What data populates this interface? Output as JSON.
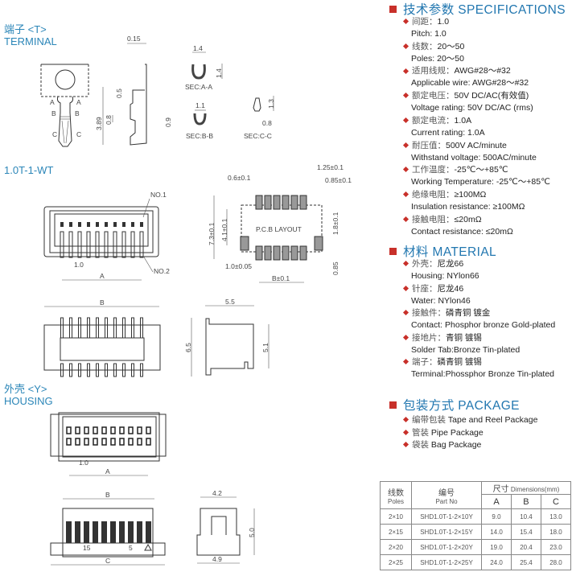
{
  "drawings": {
    "terminal": {
      "title_cn": "端子 <T>",
      "title_en": "TERMINAL",
      "labels": {
        "a": "A",
        "b": "B",
        "c": "C",
        "d_015": "0.15",
        "d_05": "0.5",
        "d_08": "0.8",
        "d_389": "3.89",
        "sec_aa_w": "1.4",
        "sec_aa_h": "1.4",
        "sec_aa": "SEC:A-A",
        "sec_bb_w": "1.1",
        "sec_bb_h": "0.9",
        "sec_bb": "SEC:B-B",
        "sec_cc_h": "1.3",
        "sec_cc_w": "0.8",
        "sec_cc": "SEC:C-C"
      }
    },
    "wafer": {
      "title": "1.0T-1-WT",
      "labels": {
        "no1": "NO.1",
        "no2": "NO.2",
        "pitch": "1.0",
        "a": "A",
        "b": "B",
        "d55": "5.5",
        "d65": "6.5",
        "d51": "5.1"
      },
      "pcb": {
        "title": "P.C.B LAYOUT",
        "d06": "0.6±0.1",
        "d125": "1.25±0.1",
        "d085a": "0.85±0.1",
        "d73": "7.3±0.1",
        "d41": "4.1±0.1",
        "d18": "1.8±0.1",
        "d085b": "0.85",
        "d10": "1.0±0.05",
        "b": "B±0.1"
      }
    },
    "housing": {
      "title_cn": "外壳 <Y>",
      "title_en": "HOUSING",
      "labels": {
        "pitch": "1.0",
        "a": "A",
        "b": "B",
        "c": "C",
        "n15": "15",
        "n5": "5",
        "d42": "4.2",
        "d50": "5.0",
        "d49": "4.9"
      }
    }
  },
  "specifications": {
    "title": "技术参数 SPECIFICATIONS",
    "items": [
      {
        "cn": "间距：",
        "cn_val": "1.0",
        "en": "Pitch: 1.0"
      },
      {
        "cn": "线数：",
        "cn_val": "20～50",
        "en": "Poles: 20～50"
      },
      {
        "cn": "适用线规：",
        "cn_val": "AWG#28～#32",
        "en": "Applicable wire: AWG#28～#32"
      },
      {
        "cn": "额定电压：",
        "cn_val": "50V DC/AC(有效值)",
        "en": "Voltage rating: 50V DC/AC (rms)"
      },
      {
        "cn": "额定电流：",
        "cn_val": "1.0A",
        "en": "Current rating: 1.0A"
      },
      {
        "cn": "耐压值：",
        "cn_val": "500V AC/minute",
        "en": "Withstand voltage: 500AC/minute"
      },
      {
        "cn": "工作温度：",
        "cn_val": "-25℃～+85℃",
        "en": "Working Temperature: -25℃～+85℃"
      },
      {
        "cn": "绝缘电阻：",
        "cn_val": "≥100MΩ",
        "en": "Insulation resistance: ≥100MΩ"
      },
      {
        "cn": "接触电阻：",
        "cn_val": "≤20mΩ",
        "en": "Contact resistance: ≤20mΩ"
      }
    ]
  },
  "material": {
    "title": "材料 MATERIAL",
    "items": [
      {
        "cn": "外壳：",
        "cn_val": "尼龙66",
        "en": "Housing:  NYlon66"
      },
      {
        "cn": "针座：",
        "cn_val": "尼龙46",
        "en": "Water:  NYlon46"
      },
      {
        "cn": "接触件：",
        "cn_val": "磷青铜 镀金",
        "en": "Contact:  Phosphor bronze Gold-plated"
      },
      {
        "cn": "接地片：",
        "cn_val": "青铜 镀锡",
        "en": "Solder Tab:Bronze Tin-plated"
      },
      {
        "cn": "端子：",
        "cn_val": "磷青铜 镀锡",
        "en": "Terminal:Phossphor Bronze Tin-plated"
      }
    ]
  },
  "package": {
    "title": "包装方式  PACKAGE",
    "items": [
      {
        "cn": "编带包装",
        "en": "Tape and Reel Package"
      },
      {
        "cn": "管装",
        "en": "Pipe Package"
      },
      {
        "cn": "袋装",
        "en": "Bag Package"
      }
    ]
  },
  "table": {
    "poles_cn": "线数",
    "poles_en": "Poles",
    "part_cn": "编号",
    "part_en": "Part No",
    "dim_cn": "尺寸",
    "dim_en": "Dimensions(mm)",
    "cols": [
      "A",
      "B",
      "C"
    ],
    "rows": [
      {
        "poles": "2×10",
        "part": "SHD1.0T-1-2×10Y",
        "a": "9.0",
        "b": "10.4",
        "c": "13.0"
      },
      {
        "poles": "2×15",
        "part": "SHD1.0T-1-2×15Y",
        "a": "14.0",
        "b": "15.4",
        "c": "18.0"
      },
      {
        "poles": "2×20",
        "part": "SHD1.0T-1-2×20Y",
        "a": "19.0",
        "b": "20.4",
        "c": "23.0"
      },
      {
        "poles": "2×25",
        "part": "SHD1.0T-1-2×25Y",
        "a": "24.0",
        "b": "25.4",
        "c": "28.0"
      }
    ]
  },
  "colors": {
    "heading": "#2277b0",
    "bullet": "#c8302a",
    "section_title": "#2b86b8"
  }
}
